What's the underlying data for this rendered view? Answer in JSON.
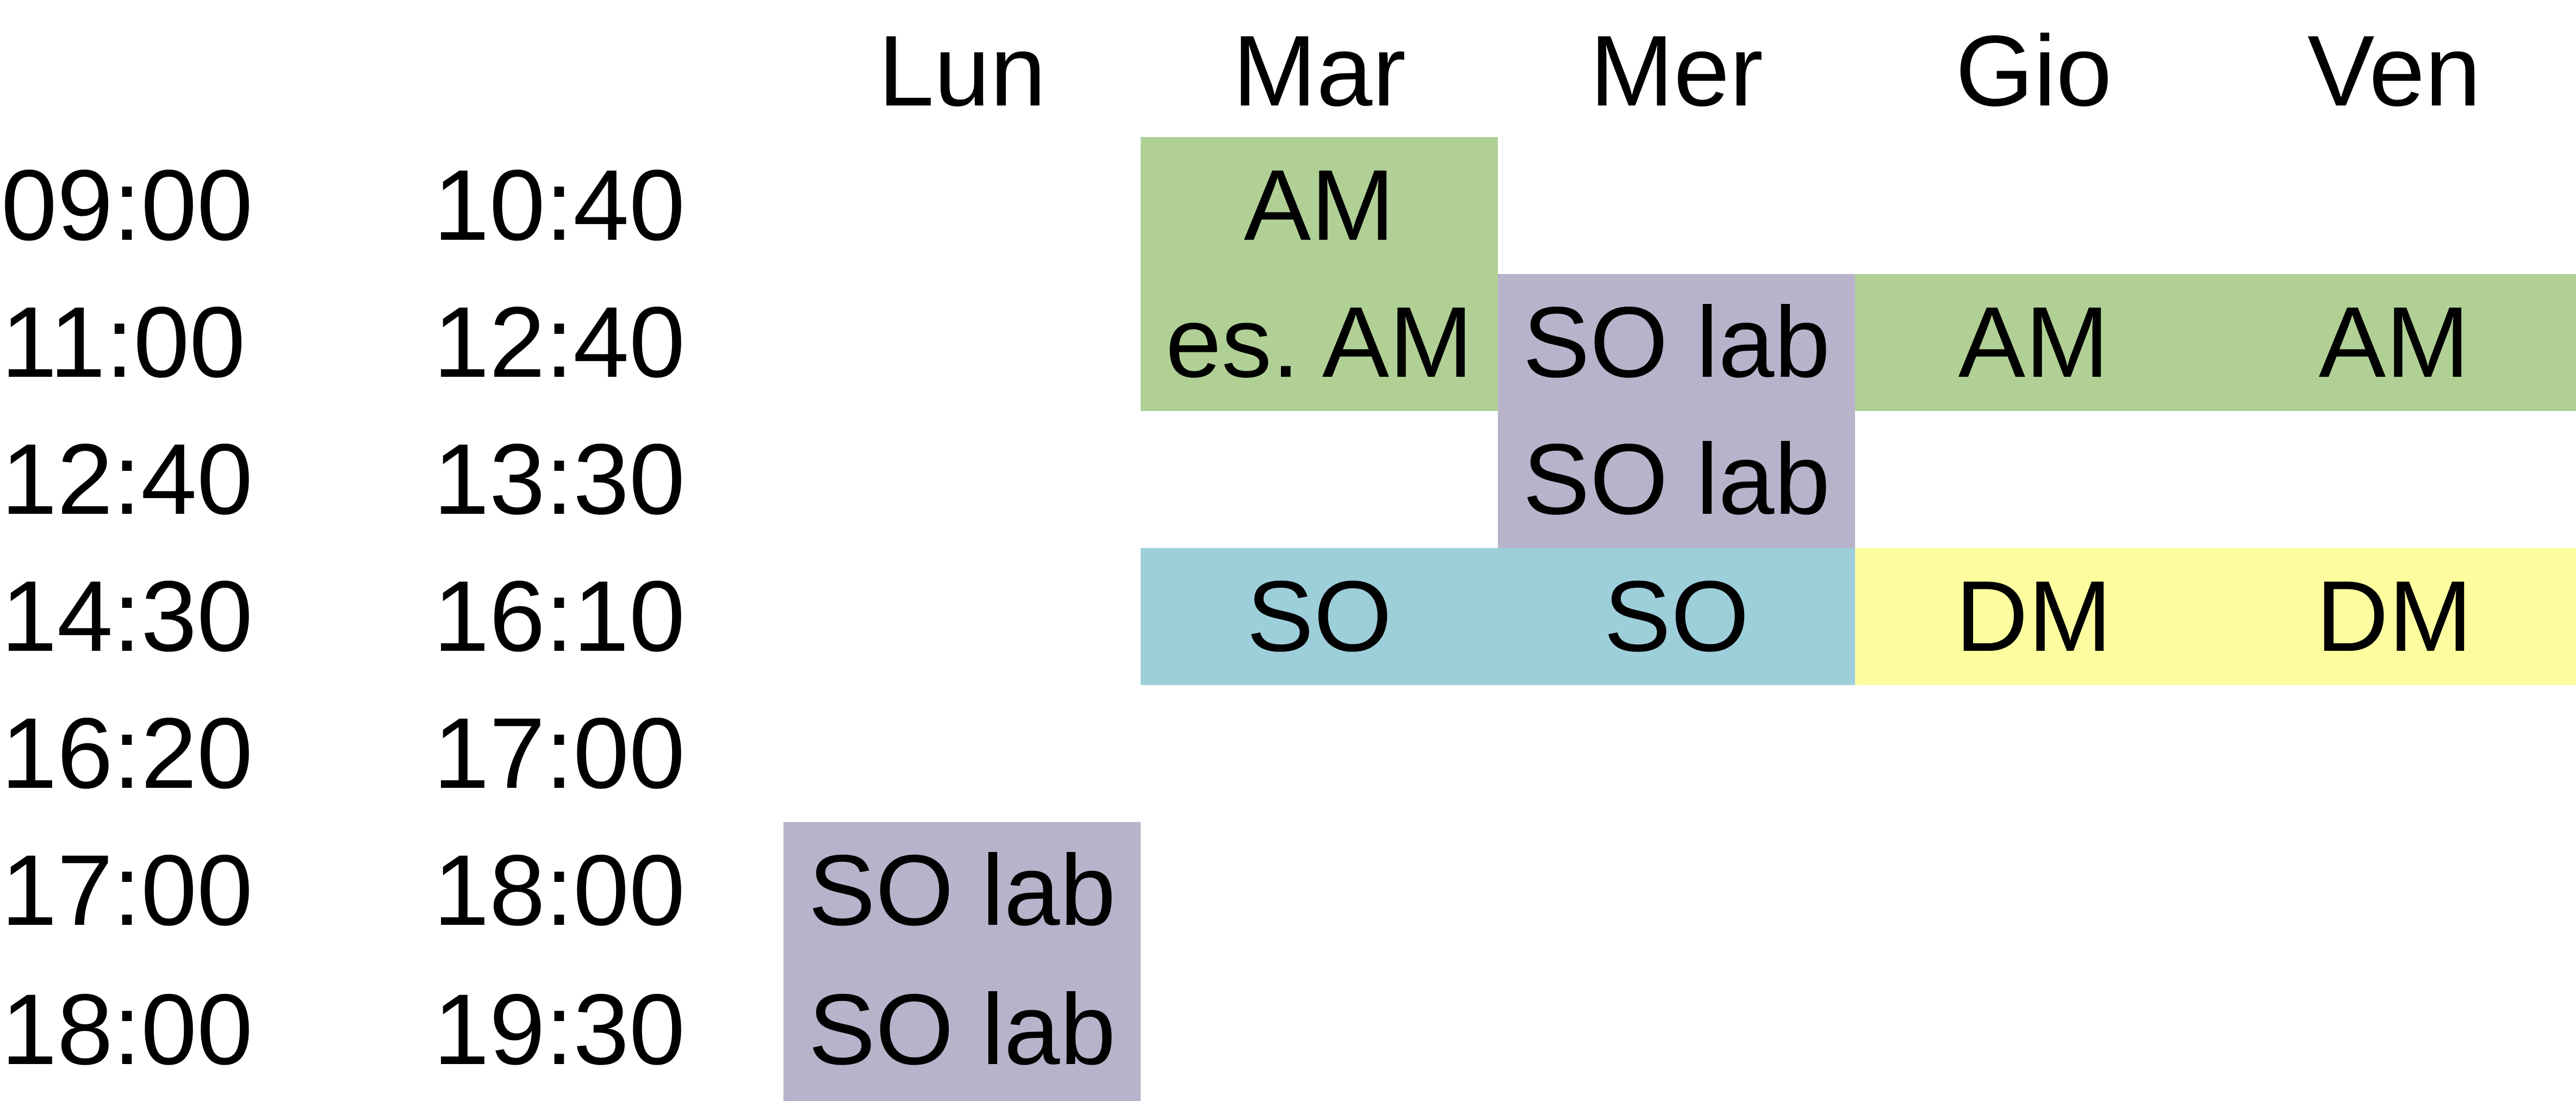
{
  "colors": {
    "green": "#b0d095",
    "purple": "#b8b3cb",
    "blue": "#9dcfdb",
    "yellow": "#fdfd9f",
    "background": "#ffffff",
    "text": "#000000"
  },
  "timetable": {
    "days": [
      "Lun",
      "Mar",
      "Mer",
      "Gio",
      "Ven"
    ],
    "rows": [
      {
        "start": "09:00",
        "end": "10:40",
        "cells": [
          "",
          "AM",
          "",
          "",
          ""
        ],
        "colors": [
          "",
          "green",
          "",
          "",
          ""
        ]
      },
      {
        "start": "11:00",
        "end": "12:40",
        "cells": [
          "",
          "es. AM",
          "SO lab",
          "AM",
          "AM"
        ],
        "colors": [
          "",
          "green",
          "purple",
          "green",
          "green"
        ]
      },
      {
        "start": "12:40",
        "end": "13:30",
        "cells": [
          "",
          "",
          "SO lab",
          "",
          ""
        ],
        "colors": [
          "",
          "",
          "purple",
          "",
          ""
        ]
      },
      {
        "start": "14:30",
        "end": "16:10",
        "cells": [
          "",
          "SO",
          "SO",
          "DM",
          "DM"
        ],
        "colors": [
          "",
          "blue",
          "blue",
          "yellow",
          "yellow"
        ]
      },
      {
        "start": "16:20",
        "end": "17:00",
        "cells": [
          "",
          "",
          "",
          "",
          ""
        ],
        "colors": [
          "",
          "",
          "",
          "",
          ""
        ]
      },
      {
        "start": "17:00",
        "end": "18:00",
        "cells": [
          "SO lab",
          "",
          "",
          "",
          ""
        ],
        "colors": [
          "purple",
          "",
          "",
          "",
          ""
        ]
      },
      {
        "start": "18:00",
        "end": "19:30",
        "cells": [
          "SO lab",
          "",
          "",
          "",
          ""
        ],
        "colors": [
          "purple",
          "",
          "",
          "",
          ""
        ]
      }
    ]
  }
}
